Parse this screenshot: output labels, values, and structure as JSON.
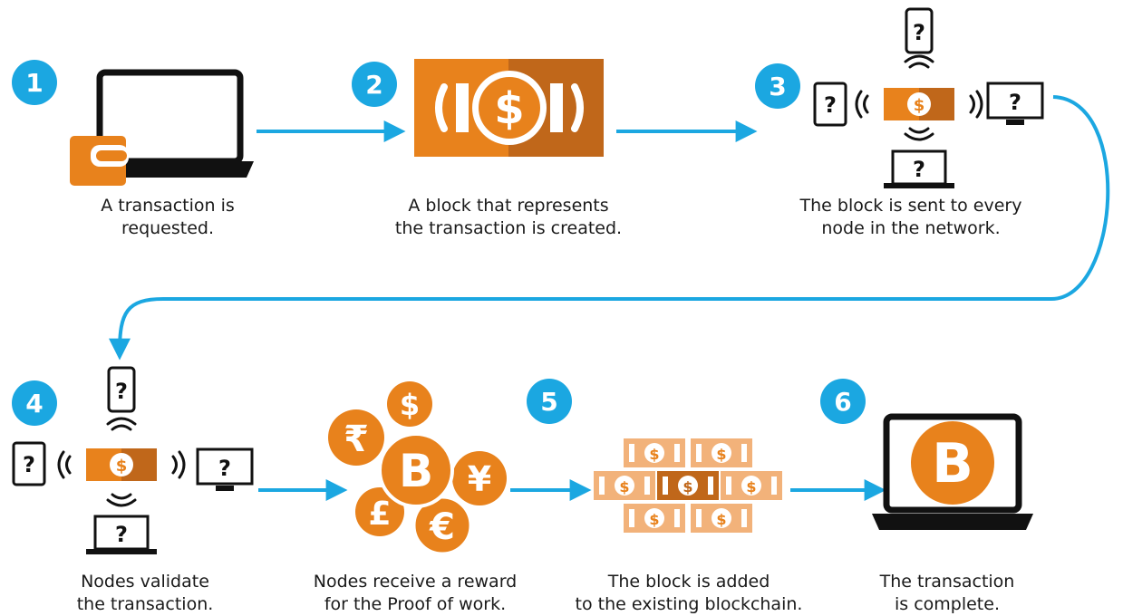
{
  "colors": {
    "accent_blue": "#1ba7e1",
    "orange": "#e8821c",
    "orange_dark": "#c0671a",
    "orange_light": "#f2b27a",
    "black": "#111111"
  },
  "steps": [
    {
      "number": "1",
      "line1": "A transaction is",
      "line2": "requested."
    },
    {
      "number": "2",
      "line1": "A block that represents",
      "line2": "the transaction is created."
    },
    {
      "number": "3",
      "line1": "The block is sent to every",
      "line2": "node in the network."
    },
    {
      "number": "4",
      "line1": "Nodes validate",
      "line2": "the transaction."
    },
    {
      "number": "",
      "line1": "Nodes receive a reward",
      "line2": "for the Proof of work."
    },
    {
      "number": "5",
      "line1": "The block is added",
      "line2": "to the existing blockchain."
    },
    {
      "number": "6",
      "line1": "The transaction",
      "line2": "is complete."
    }
  ],
  "glyphs": {
    "dollar": "$",
    "question": "?",
    "rupee": "₹",
    "bitcoin": "B",
    "yen": "¥",
    "pound": "£",
    "euro": "€"
  }
}
